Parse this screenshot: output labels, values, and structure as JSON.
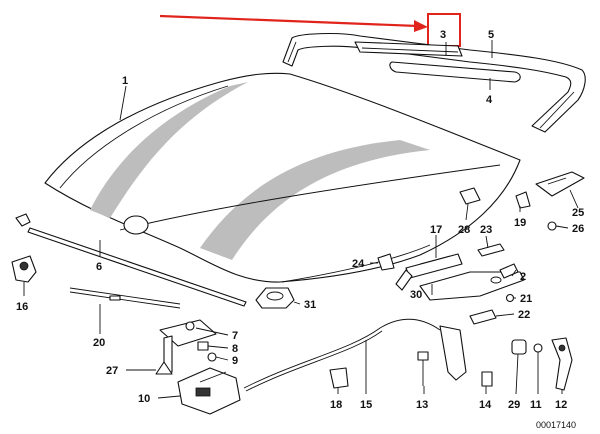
{
  "diagram": {
    "labels": {
      "p1": "1",
      "p2": "2",
      "p3": "3",
      "p4": "4",
      "p5": "5",
      "p6": "6",
      "p7": "7",
      "p8": "8",
      "p9": "9",
      "p10": "10",
      "p11": "11",
      "p12": "12",
      "p13": "13",
      "p14": "14",
      "p15": "15",
      "p16": "16",
      "p17": "17",
      "p18": "18",
      "p19": "19",
      "p20": "20",
      "p21": "21",
      "p22": "22",
      "p23": "23",
      "p24": "24",
      "p25": "25",
      "p26": "26",
      "p27": "27",
      "p28": "28",
      "p29": "29",
      "p30": "30",
      "p31": "31"
    },
    "catalog_number": "00017140",
    "highlight_color": "#e0241b"
  }
}
